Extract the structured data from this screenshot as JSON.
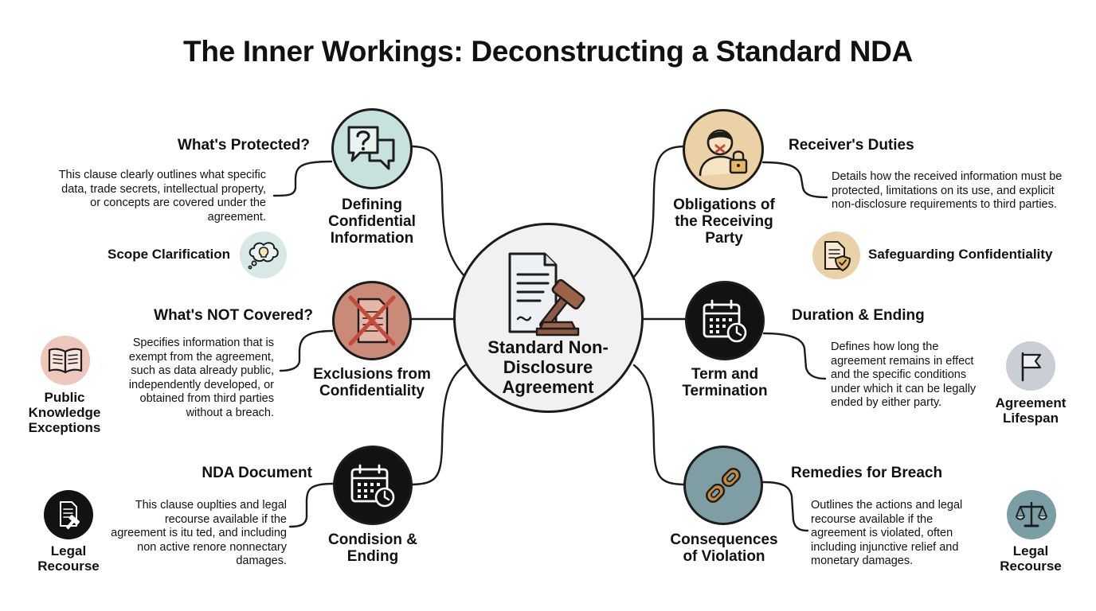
{
  "title": "The Inner Workings: Deconstructing a Standard NDA",
  "center": {
    "label": "Standard Non-Disclosure Agreement"
  },
  "nodes": {
    "defining": {
      "label": "Defining Confidential Information",
      "heading": "What's Protected?",
      "description": "This clause clearly outlines what specific data, trade secrets, intellectual property, or concepts are covered under the agreement.",
      "tag": "Scope Clarification",
      "icon": "question-chat-icon",
      "tag_icon": "idea-bubble-icon",
      "color": "#c7e1de"
    },
    "exclusions": {
      "label": "Exclusions from Confidentiality",
      "heading": "What's NOT Covered?",
      "description": "Specifies information that is exempt from the agreement, such as data already public, independently developed, or obtained from third parties without a breach.",
      "tag": "Public Knowledge Exceptions",
      "icon": "crossed-document-icon",
      "tag_icon": "open-book-icon",
      "color": "#c98b77"
    },
    "condision": {
      "label": "Condision & Ending",
      "heading": "NDA Document",
      "description": "This clause ouplties and legal recourse available if the agreement is itu ted, and including non active renore nonnectary damages.",
      "tag": "Legal Recourse",
      "icon": "calendar-clock-icon",
      "tag_icon": "document-gavel-icon",
      "color": "#121212"
    },
    "obligations": {
      "label": "Obligations of the Receiving Party",
      "heading": "Receiver's Duties",
      "description": "Details how the received information must be protected, limitations on its use, and explicit non-disclosure requirements to third parties.",
      "tag": "Safeguarding Confidentiality",
      "icon": "silenced-person-lock-icon",
      "tag_icon": "shield-document-icon",
      "color": "#ecd1a6"
    },
    "term": {
      "label": "Term and Termination",
      "heading": "Duration & Ending",
      "description": "Defines how long the agreement remains in effect and the specific conditions under which it can be legally ended by either party.",
      "tag": "Agreement Lifespan",
      "icon": "calendar-clock-icon",
      "tag_icon": "flag-icon",
      "color": "#121212"
    },
    "consequences": {
      "label": "Consequences of Violation",
      "heading": "Remedies for Breach",
      "description": "Outlines the actions and legal recourse available if the agreement is violated, often including injunctive relief and monetary damages.",
      "tag": "Legal Recourse",
      "icon": "broken-chain-icon",
      "tag_icon": "scales-icon",
      "color": "#7f9ea4"
    }
  },
  "colors": {
    "outline": "#1c1c1c",
    "center_fill": "#f1f1f1",
    "tag_teal": "#d7e8e6",
    "tag_rose": "#eec6bc",
    "tag_gold": "#ead1a7",
    "tag_gray": "#c9cfd5",
    "tag_slate": "#7b9ea5"
  }
}
